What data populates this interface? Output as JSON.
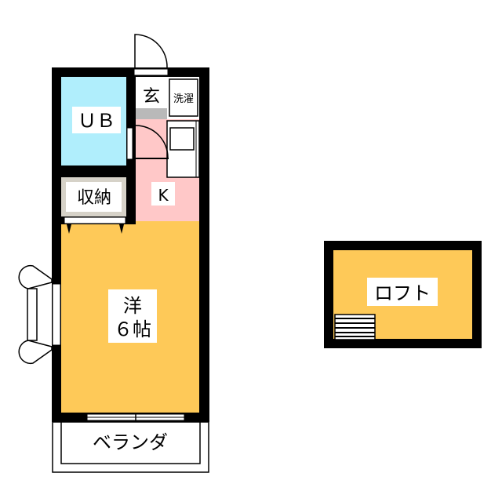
{
  "colors": {
    "wall": "#000000",
    "unit_bath": "#b0eefc",
    "kitchen": "#ffc8c8",
    "western_room": "#fec958",
    "storage": "#d6d2c8",
    "entrance_floor": "#b9b9b9",
    "loft": "#fec958",
    "fixture": "#ffffff"
  },
  "rooms": {
    "unit_bath": {
      "label": "ＵＢ"
    },
    "entrance": {
      "label": "玄"
    },
    "laundry": {
      "label": "洗濯"
    },
    "storage": {
      "label": "収納"
    },
    "kitchen": {
      "label": "K"
    },
    "western_room": {
      "label_line1": "洋",
      "label_line2": "６帖"
    },
    "balcony": {
      "label": "ベランダ"
    },
    "loft": {
      "label": "ロフト"
    }
  }
}
